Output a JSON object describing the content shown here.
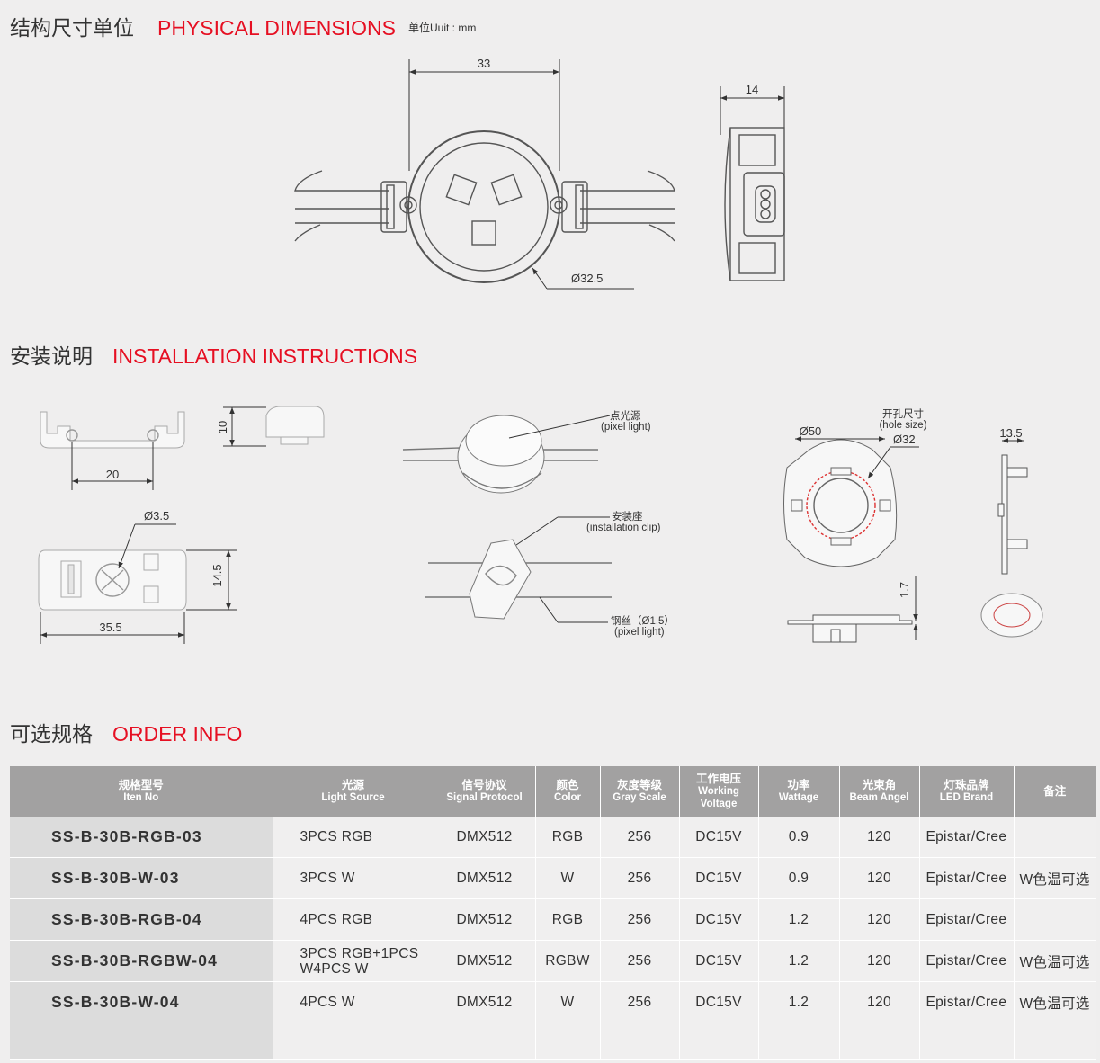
{
  "sections": {
    "dimensions": {
      "cn": "结构尺寸单位",
      "en": "PHYSICAL DIMENSIONS",
      "unit": "单位Uuit : mm"
    },
    "installation": {
      "cn": "安装说明",
      "en": "INSTALLATION INSTRUCTIONS"
    },
    "order": {
      "cn": "可选规格",
      "en": "ORDER INFO"
    }
  },
  "drawing_labels": {
    "width": "33",
    "depth": "14",
    "diameter": "Ø32.5",
    "clip_width": "20",
    "clip_height": "10",
    "hole": "Ø3.5",
    "base_height": "14.5",
    "base_width": "35.5",
    "pixel_light_cn": "点光源",
    "pixel_light_en": "(pixel light)",
    "clip_cn": "安装座",
    "clip_en": "(installation clip)",
    "wire_cn": "钢丝（Ø1.5）",
    "wire_en": "(pixel light)",
    "outer_d": "Ø50",
    "hole_size_cn": "开孔尺寸",
    "hole_size_en": "(hole size)",
    "inner_d": "Ø32",
    "bracket_w": "13.5",
    "plate_t": "1.7"
  },
  "table": {
    "headers": [
      {
        "cn": "规格型号",
        "en": "Iten No"
      },
      {
        "cn": "光源",
        "en": "Light Source"
      },
      {
        "cn": "信号协议",
        "en": "Signal Protocol"
      },
      {
        "cn": "颜色",
        "en": "Color"
      },
      {
        "cn": "灰度等级",
        "en": "Gray Scale"
      },
      {
        "cn": "工作电压",
        "en": "Working Voltage"
      },
      {
        "cn": "功率",
        "en": "Wattage"
      },
      {
        "cn": "光束角",
        "en": "Beam Angel"
      },
      {
        "cn": "灯珠品牌",
        "en": "LED Brand"
      },
      {
        "cn": "备注",
        "en": ""
      }
    ],
    "rows": [
      {
        "model": "SS-B-30B-RGB-03",
        "light": "3PCS RGB",
        "light2": "",
        "protocol": "DMX512",
        "color": "RGB",
        "gray": "256",
        "voltage": "DC15V",
        "watt": "0.9",
        "beam": "120",
        "brand": "Epistar/Cree",
        "remark": ""
      },
      {
        "model": "SS-B-30B-W-03",
        "light": "3PCS W",
        "light2": "",
        "protocol": "DMX512",
        "color": "W",
        "gray": "256",
        "voltage": "DC15V",
        "watt": "0.9",
        "beam": "120",
        "brand": "Epistar/Cree",
        "remark": "W色温可选"
      },
      {
        "model": "SS-B-30B-RGB-04",
        "light": "4PCS RGB",
        "light2": "",
        "protocol": "DMX512",
        "color": "RGB",
        "gray": "256",
        "voltage": "DC15V",
        "watt": "1.2",
        "beam": "120",
        "brand": "Epistar/Cree",
        "remark": ""
      },
      {
        "model": "SS-B-30B-RGBW-04",
        "light": "3PCS RGB+1PCS",
        "light2": "W4PCS W",
        "protocol": "DMX512",
        "color": "RGBW",
        "gray": "256",
        "voltage": "DC15V",
        "watt": "1.2",
        "beam": "120",
        "brand": "Epistar/Cree",
        "remark": "W色温可选"
      },
      {
        "model": "SS-B-30B-W-04",
        "light": "4PCS W",
        "light2": "",
        "protocol": "DMX512",
        "color": "W",
        "gray": "256",
        "voltage": "DC15V",
        "watt": "1.2",
        "beam": "120",
        "brand": "Epistar/Cree",
        "remark": "W色温可选"
      }
    ]
  }
}
